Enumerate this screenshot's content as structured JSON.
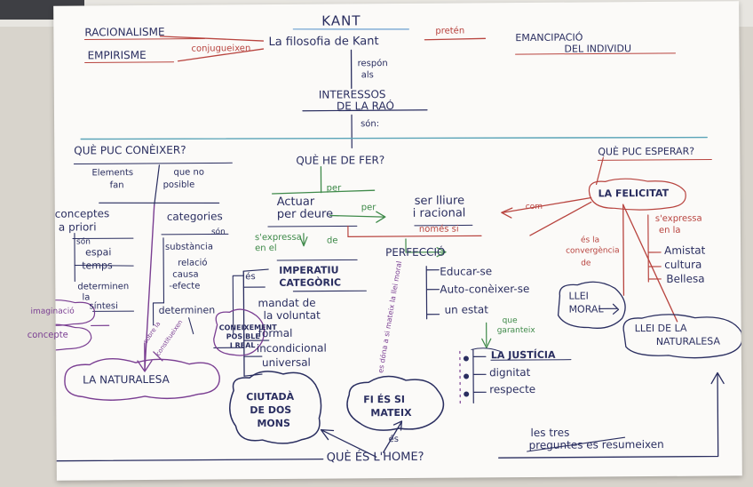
{
  "title": "KANT",
  "top": {
    "racionalisme": "RACIONALISME",
    "empirisme": "EMPIRISME",
    "conjuguen": "conjugueixen",
    "filosofia": "La filosofia de Kant",
    "preten": "pretén",
    "emancipacio_1": "EMANCIPACIÓ",
    "emancipacio_2": "DEL INDIVIDU",
    "respon_1": "respón",
    "respon_2": "als",
    "interessos_1": "INTERESSOS",
    "interessos_2": "DE LA RAÓ",
    "son": "són:"
  },
  "q1": {
    "question": "QUÈ PUC CONÈIXER?",
    "elements_1": "Elements",
    "elements_2": "que no",
    "elements_3": "fan",
    "elements_4": "posible",
    "conceptes_1": "conceptes",
    "conceptes_2": "a priori",
    "son_a": "són",
    "espai": "espai",
    "temps": "temps",
    "determinen_1": "determinen",
    "determinen_2": "la",
    "determinen_3": "síntesi",
    "imaginacio": "imaginació",
    "concepte": "concepte",
    "categories": "categories",
    "son_b": "són",
    "substancia": "substància",
    "relacio": "relació",
    "causa": "causa",
    "efecte": "-efecte",
    "determinen_c": "determinen",
    "coneixement_1": "CONEIXEMENT",
    "coneixement_2": "POSIBLE",
    "coneixement_3": "I REAL",
    "naturalesa": "LA NATURALESA",
    "sobre_la": "sobre la",
    "constitueixen": "constitueixen"
  },
  "q2": {
    "question": "QUÈ HE DE FER?",
    "per_top": "per",
    "actuar_1": "Actuar",
    "actuar_2": "per deure",
    "per_mid": "per",
    "ser_lliure_1": "ser lliure",
    "ser_lliure_2": "i racional",
    "nomes_si": "només si",
    "sexpressa_1": "s'expressa",
    "sexpressa_2": "en el",
    "de": "de",
    "perfeccio": "PERFECCIÓ",
    "es": "és",
    "imperatiu_1": "IMPERATIU",
    "imperatiu_2": "CATEGÒRIC",
    "mandat_1": "mandat de",
    "mandat_2": "la voluntat",
    "formal": "formal",
    "incondicional": "incondicional",
    "universal": "universal",
    "educar": "Educar-se",
    "auto": "Auto-conèixer-se",
    "un_estat": "un estat",
    "que_garanteix_1": "que",
    "que_garanteix_2": "garanteix",
    "justicia": "LA JUSTÍCIA",
    "dignitat": "dignitat",
    "respecte": "respecte",
    "es_dona": "es dóna a si mateix la llei moral"
  },
  "q3": {
    "question": "QUÈ PUC ESPERAR?",
    "felicitat": "LA FELICITAT",
    "com": "com",
    "es_la_1": "és la",
    "es_la_2": "convergència",
    "es_la_3": "de",
    "sexpressa_1": "s'expressa",
    "sexpressa_2": "en la",
    "amistat": "Amistat",
    "cultura": "cultura",
    "bellesa": "Bellesa",
    "llei_moral_1": "LLEI",
    "llei_moral_2": "MORAL",
    "llei_nat_1": "LLEI DE LA",
    "llei_nat_2": "NATURALESA"
  },
  "bottom": {
    "ciutada_1": "CIUTADÀ",
    "ciutada_2": "DE DOS",
    "ciutada_3": "MONS",
    "fi_1": "FI ÉS SI",
    "fi_2": "MATEIX",
    "es": "és",
    "resum_1": "les tres",
    "resum_2": "preguntes es resumeixen",
    "question": "QUÈ ÉS L'HOME?"
  },
  "colors": {
    "ink_blue": "#27307a",
    "green": "#3f8a4a",
    "red": "#b8443f",
    "purple": "#7a3e92",
    "teal": "#5aa4b8"
  }
}
